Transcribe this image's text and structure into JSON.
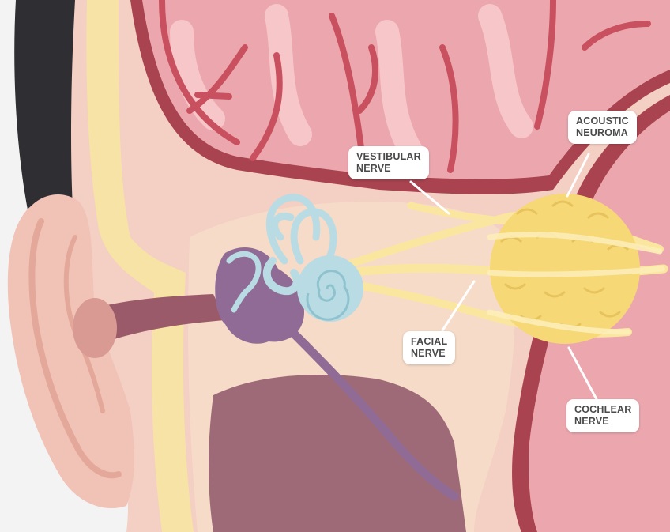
{
  "labels": {
    "acoustic_neuroma": {
      "line1": "ACOUSTIC",
      "line2": "NEUROMA"
    },
    "vestibular_nerve": {
      "line1": "VESTIBULAR",
      "line2": "NERVE"
    },
    "facial_nerve": {
      "line1": "FACIAL",
      "line2": "NERVE"
    },
    "cochlear_nerve": {
      "line1": "COCHLEAR",
      "line2": "NERVE"
    }
  },
  "colors": {
    "background": "#f3f3f3",
    "skin": "#f4cfc3",
    "brain": "#eca7ae",
    "brain_vessel": "#c9505e",
    "skull": "#f7e3a5",
    "tumor": "#f6d877",
    "nerve": "#fbe6a0",
    "inner_ear": "#b9dbe3",
    "middle_ear": "#8f6b95",
    "canal": "#9b5a69",
    "hair": "#2f2f33"
  }
}
